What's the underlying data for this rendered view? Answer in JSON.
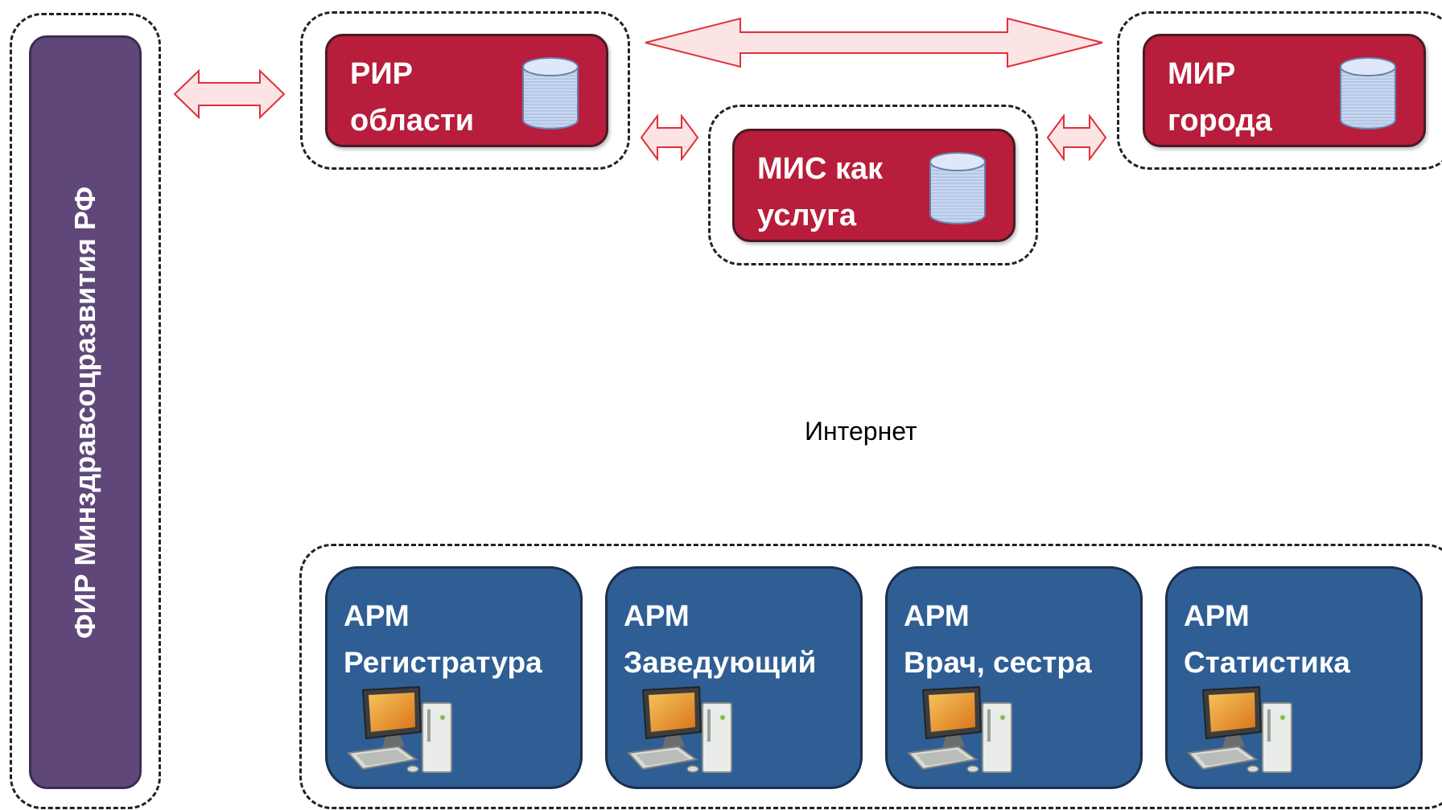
{
  "left_column": {
    "label": "ФИР Минздравсоцразвития РФ"
  },
  "boxes": {
    "rir": {
      "line1": "РИР",
      "line2": "области"
    },
    "mis": {
      "line1": "МИС как",
      "line2": "услуга"
    },
    "mir": {
      "line1": "МИР",
      "line2": "города"
    }
  },
  "network_label": "Интернет",
  "arm_items": [
    {
      "line1": "АРМ",
      "line2": "Регистратура"
    },
    {
      "line1": "АРМ",
      "line2": "Заведующий"
    },
    {
      "line1": "АРМ",
      "line2": "Врач, сестра"
    },
    {
      "line1": "АРМ",
      "line2": "Статистика"
    }
  ],
  "colors": {
    "red_box": "#b81d3c",
    "purple_box": "#5f4879",
    "blue_box": "#2f5e95",
    "arrow_fill": "#fde4e4",
    "arrow_stroke": "#e0303a"
  },
  "icons": [
    "database-icon",
    "computer-workstation-icon",
    "double-arrow-icon"
  ]
}
